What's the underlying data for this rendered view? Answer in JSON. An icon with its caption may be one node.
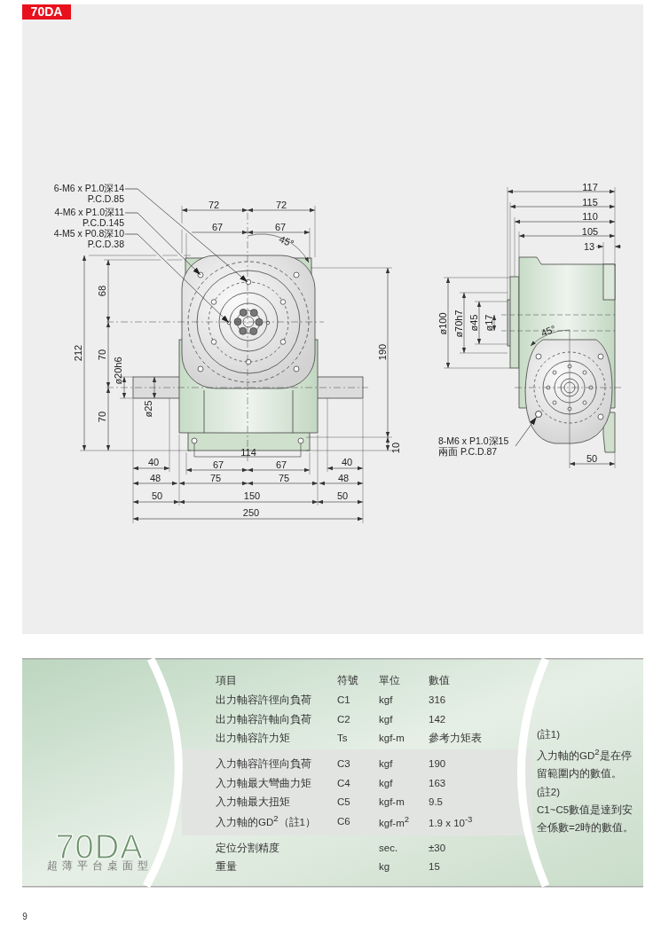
{
  "diagram": {
    "nodes": [
      {
        "text": [
          "70DA"
        ]
      },
      {
        "text": [
          "6-M6 x P1.0深14 P.C.D.85"
        ]
      },
      {
        "text": [
          "4-M6 x P1.0深11 P.C.D.145"
        ]
      },
      {
        "text": [
          "4-M5 x P0.8深10 P.C.D.38"
        ]
      },
      {
        "text": [
          "8-M6 x P1.0深15 兩面 P.C.D.87"
        ]
      },
      {
        "text": [],
        "shape": "circle"
      }
    ],
    "edges": [
      {
        "from": 1,
        "to": null,
        "arrow": "to"
      },
      {
        "from": 2,
        "to": null,
        "arrow": "to"
      },
      {
        "from": 3,
        "to": null,
        "arrow": "to"
      },
      {
        "from": 4,
        "to": 5,
        "arrow": "to"
      }
    ],
    "labels": [
      "72",
      "72",
      "67",
      "67",
      "45°",
      "68",
      "70",
      "70",
      "212",
      "ø20h6",
      "ø25",
      "190",
      "10",
      "114",
      "40",
      "67",
      "67",
      "40",
      "48",
      "75",
      "75",
      "48",
      "50",
      "150",
      "50",
      "250",
      "117",
      "115",
      "110",
      "105",
      "13",
      "ø100",
      "ø70h7",
      "ø45",
      "ø17",
      "45°",
      "50",
      "項目",
      "符號",
      "單位",
      "數值",
      "出力軸容許徑向負荷",
      "C1",
      "kgf",
      "316",
      "出力軸容許軸向負荷",
      "C2",
      "kgf",
      "142",
      "出力軸容許力矩",
      "Ts",
      "kgf-m",
      "參考力矩表",
      "入力軸容許徑向負荷",
      "C3",
      "kgf",
      "190",
      "入力軸最大彎曲力矩",
      "C4",
      "kgf",
      "163",
      "入力軸最大扭矩",
      "C5",
      "kgf-m",
      "9.5",
      "入力軸的GD$^{2}$（註1）",
      "C6",
      "kgf-m$^{2}$",
      "1.9 x 10$^{-3}$",
      "定位分割精度",
      "sec.",
      "±30",
      "重量",
      "kg",
      "15",
      "(註1)",
      "入力軸的GD$^{2}$是在停留範圍内的數值。",
      "(註2)",
      "C1~C5數值是達到安全係數=2時的數值。",
      "70DA",
      "超薄平台桌面型",
      "9"
    ]
  }
}
